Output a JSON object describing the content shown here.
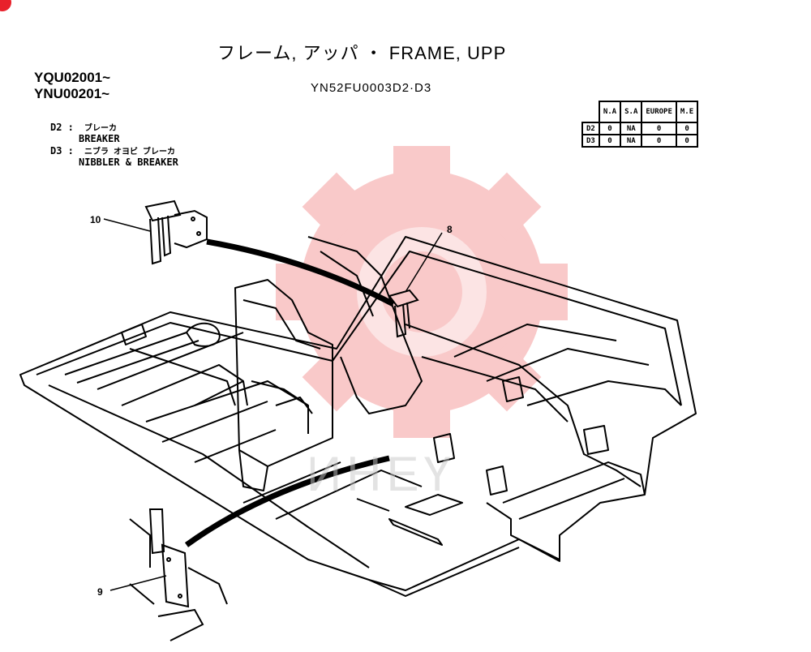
{
  "header": {
    "title": "フレーム, アッパ ・ FRAME, UPP",
    "serial_numbers": [
      "YQU02001~",
      "YNU00201~"
    ],
    "drawing_code": "YN52FU0003D2·D3"
  },
  "notes": [
    {
      "code": "D2 :",
      "jp": "ブレーカ",
      "en": "BREAKER"
    },
    {
      "code": "D3 :",
      "jp": "ニブラ オヨビ ブレーカ",
      "en": "NIBBLER & BREAKER"
    }
  ],
  "availability_table": {
    "columns": [
      "N.A",
      "S.A",
      "EUROPE",
      "M.E"
    ],
    "rows": [
      {
        "label": "D2",
        "values": [
          "0",
          "NA",
          "0",
          "0"
        ]
      },
      {
        "label": "D3",
        "values": [
          "0",
          "NA",
          "0",
          "0"
        ]
      }
    ]
  },
  "callouts": {
    "part_10": "10",
    "part_8": "8",
    "part_9": "9"
  },
  "watermark": {
    "text": "ИНЕҮ",
    "gear_color": "#f7b7b7"
  },
  "colors": {
    "line": "#000000",
    "badge": "#e8212b"
  }
}
